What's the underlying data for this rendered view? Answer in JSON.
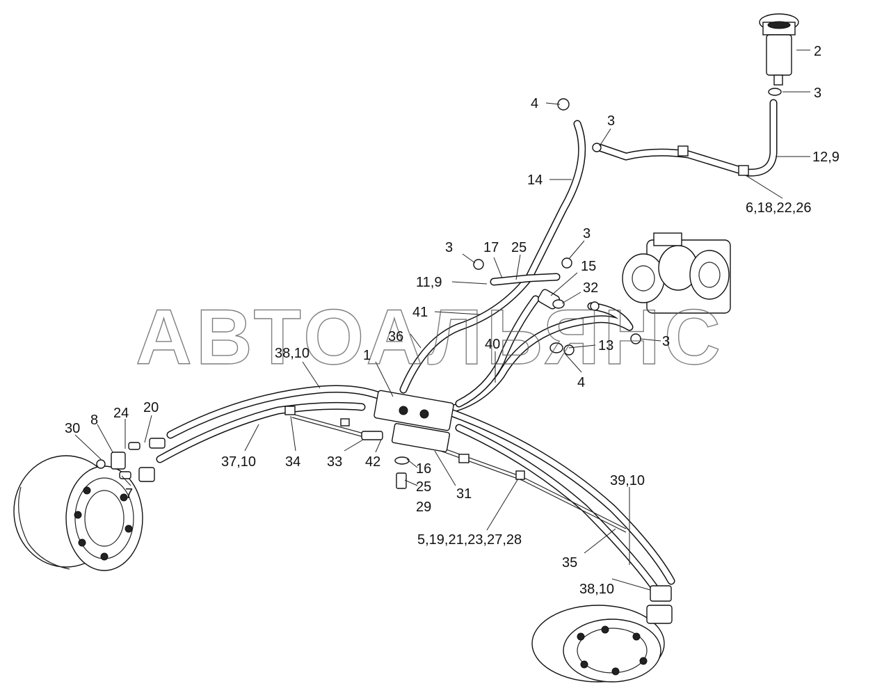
{
  "watermark": "АВТОАЛЬЯНС",
  "callouts": {
    "c2": "2",
    "c3_top": "3",
    "c4_top": "4",
    "c3_hose": "3",
    "c12_9": "12,9",
    "c6_18_22_26": "6,18,22,26",
    "c14": "14",
    "c3_left": "3",
    "c17": "17",
    "c25_top": "25",
    "c3_mid": "3",
    "c15": "15",
    "c11_9": "11,9",
    "c32": "32",
    "c41": "41",
    "c36": "36",
    "c40": "40",
    "c13": "13",
    "c3_right": "3",
    "c4_mid": "4",
    "c38_10_top": "38,10",
    "c1": "1",
    "c20": "20",
    "c24": "24",
    "c8": "8",
    "c30": "30",
    "c7": "7",
    "c37_10": "37,10",
    "c34": "34",
    "c33": "33",
    "c42": "42",
    "c16": "16",
    "c25_bottom": "25",
    "c29": "29",
    "c31": "31",
    "c39_10": "39,10",
    "c5_19": "5,19,21,23,27,28",
    "c35": "35",
    "c38_10_bottom": "38,10"
  }
}
